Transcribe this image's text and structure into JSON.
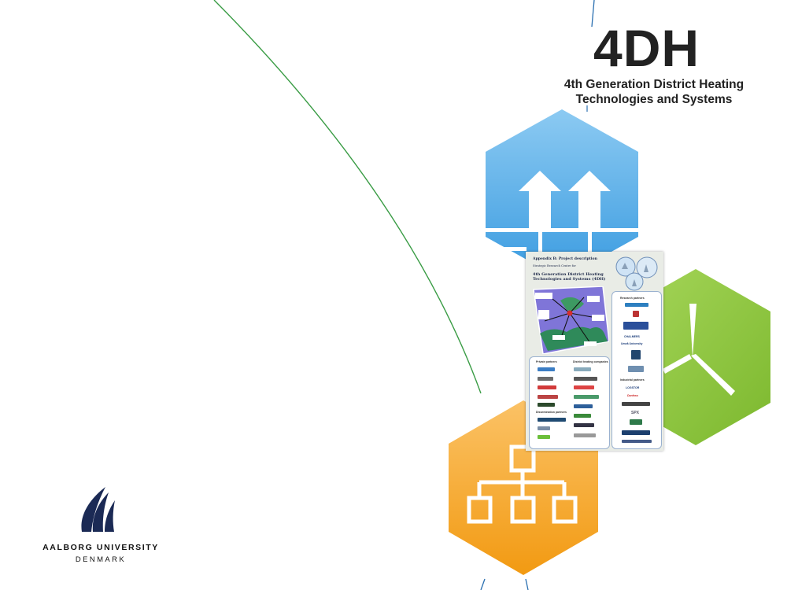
{
  "logo": {
    "title": "4DH",
    "subtitle_line1": "4th Generation District Heating",
    "subtitle_line2": "Technologies and Systems"
  },
  "document_thumbnail": {
    "heading": "Appendix B: Project description",
    "subheading": "Strategic Research Centre for",
    "title_line1": "4th Generation District Heating",
    "title_line2": "Technologies and Systems (4DH)",
    "private_partners": "Private partners",
    "district_heating": "District heating companies",
    "dissemination_partners": "Dissemination partners",
    "research_partners": "Research partners",
    "industrial_partners": "Industrial partners",
    "chalmers": "CHALMERS",
    "umea": "Umeå University",
    "logstor": "LOGSTOR",
    "danfoss": "Danfoss",
    "spx": "SPX"
  },
  "university": {
    "name": "AALBORG UNIVERSITY",
    "country": "DENMARK"
  },
  "colors": {
    "blue_hex": "#4aa8e6",
    "green_hex": "#8dc63f",
    "orange_hex": "#f6a623",
    "line_green": "#2e8b3a",
    "line_blue": "#2a6fb0",
    "aau_navy": "#1b2a55"
  },
  "icons": [
    "house-arrows-icon",
    "wind-turbine-icon",
    "network-hierarchy-icon",
    "aau-wave-logo-icon"
  ]
}
